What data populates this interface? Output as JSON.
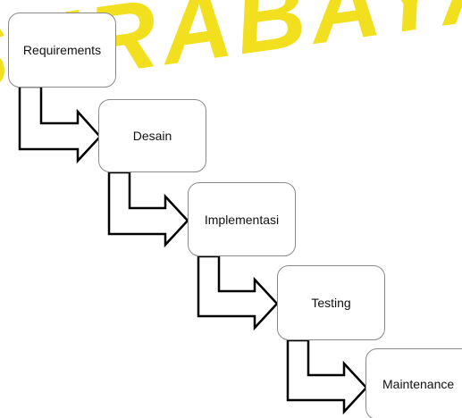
{
  "watermark": {
    "text": "SURABAYA",
    "color": "#f2df1e"
  },
  "diagram": {
    "border_color": "#8a8a8a",
    "arrow_color": "#000000",
    "steps": [
      {
        "label": "Requirements"
      },
      {
        "label": "Desain"
      },
      {
        "label": "Implementasi"
      },
      {
        "label": "Testing"
      },
      {
        "label": "Maintenance"
      }
    ]
  }
}
